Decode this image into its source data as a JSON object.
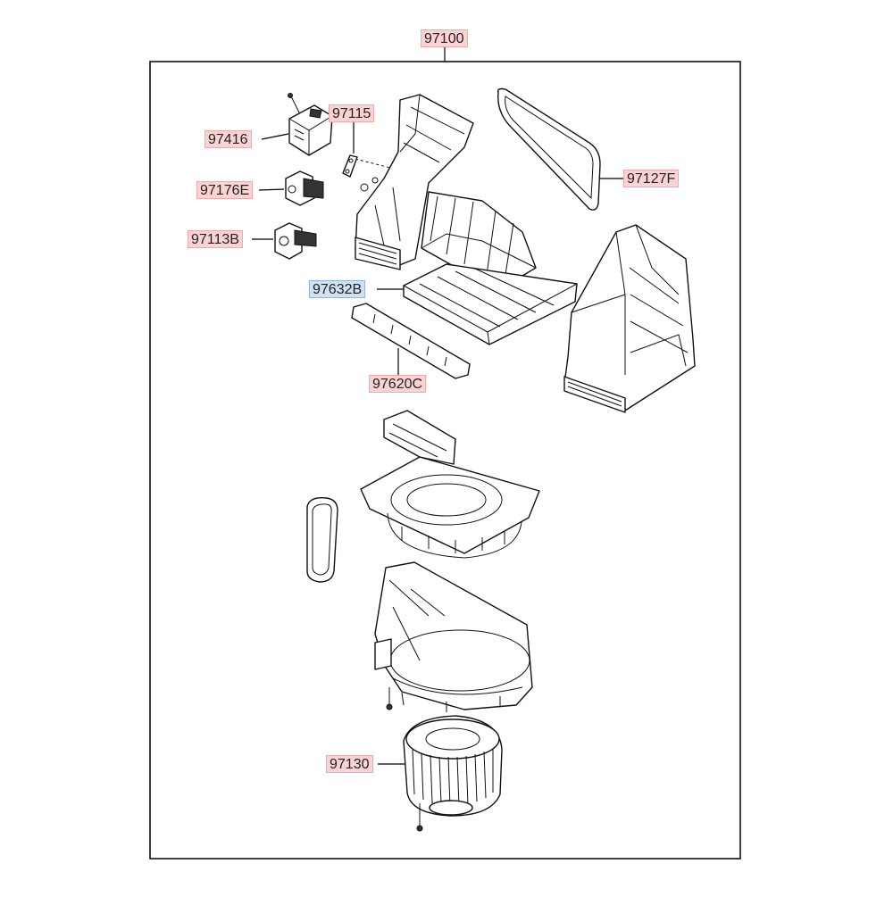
{
  "diagram": {
    "assembly_label": "97100",
    "callouts": [
      {
        "id": "97416",
        "label": "97416",
        "highlighted": false
      },
      {
        "id": "97115",
        "label": "97115",
        "highlighted": false
      },
      {
        "id": "97127F",
        "label": "97127F",
        "highlighted": false
      },
      {
        "id": "97176E",
        "label": "97176E",
        "highlighted": false
      },
      {
        "id": "97113B",
        "label": "97113B",
        "highlighted": false
      },
      {
        "id": "97632B",
        "label": "97632B",
        "highlighted": true
      },
      {
        "id": "97620C",
        "label": "97620C",
        "highlighted": false
      },
      {
        "id": "97130",
        "label": "97130",
        "highlighted": false
      }
    ],
    "colors": {
      "callout_fill": "#fbd3d3",
      "callout_border": "#f0a9a9",
      "highlight_fill": "#cfe1f6",
      "highlight_border": "#8fb5e3",
      "line": "#111111"
    }
  }
}
